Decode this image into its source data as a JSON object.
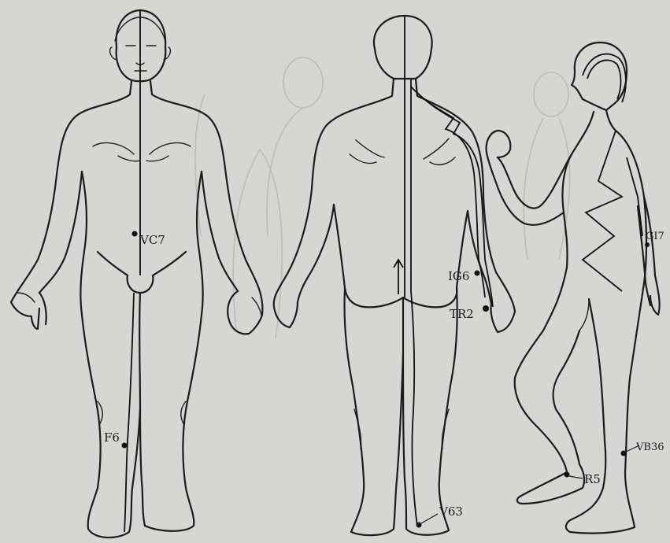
{
  "background_color": "#d6d6d2",
  "ink_color": "#1c1c1c",
  "figures": [
    {
      "view": "front"
    },
    {
      "view": "back"
    },
    {
      "view": "side"
    }
  ],
  "points": [
    {
      "label": "VC7"
    },
    {
      "label": "F6"
    },
    {
      "label": "IG6"
    },
    {
      "label": "TR2"
    },
    {
      "label": "V63"
    },
    {
      "label": "GI7"
    },
    {
      "label": "VB36"
    },
    {
      "label": "R5"
    }
  ]
}
